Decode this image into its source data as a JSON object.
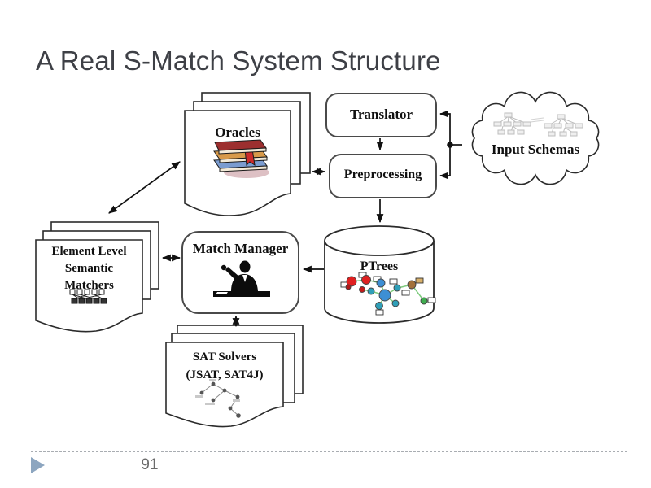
{
  "slide": {
    "title": "A Real S-Match System Structure",
    "page_number": "91"
  },
  "diagram": {
    "oracles": {
      "label": "Oracles",
      "icon": "books-stack-icon",
      "shape": "document-stack"
    },
    "translator": {
      "label": "Translator",
      "shape": "rounded-box"
    },
    "preprocessing": {
      "label": "Preprocessing",
      "shape": "rounded-box"
    },
    "input_schemas": {
      "label": "Input Schemas",
      "icon": "schema-trees-icon",
      "shape": "cloud"
    },
    "element_level_matchers": {
      "lines": [
        "Element Level",
        "Semantic",
        "Matchers"
      ],
      "icon": "matcher-links-icon",
      "shape": "document-stack"
    },
    "match_manager": {
      "label": "Match Manager",
      "icon": "manager-silhouette-icon",
      "shape": "rounded-box"
    },
    "ptrees": {
      "label": "PTrees",
      "icon": "colored-tree-icon",
      "shape": "database-cylinder"
    },
    "sat_solvers": {
      "lines": [
        "SAT Solvers",
        "(JSAT, SAT4J)"
      ],
      "icon": "sat-tree-icon",
      "shape": "document-stack"
    },
    "connections": [
      "translator -> preprocessing",
      "preprocessing -> ptrees",
      "input_schemas -> translator",
      "input_schemas -> preprocessing",
      "oracles <-> preprocessing",
      "oracles <-> element_level_matchers",
      "element_level_matchers <-> match_manager",
      "ptrees -> match_manager",
      "match_manager <-> sat_solvers"
    ]
  },
  "colors": {
    "title_text": "#3E4046",
    "divider_dash": "#A9ADB2",
    "footer_triangle": "#8DA6C0",
    "page_number_text": "#6B6B6B",
    "diagram_stroke": "#2B2B2B",
    "node_fill": "#FFFFFF"
  }
}
